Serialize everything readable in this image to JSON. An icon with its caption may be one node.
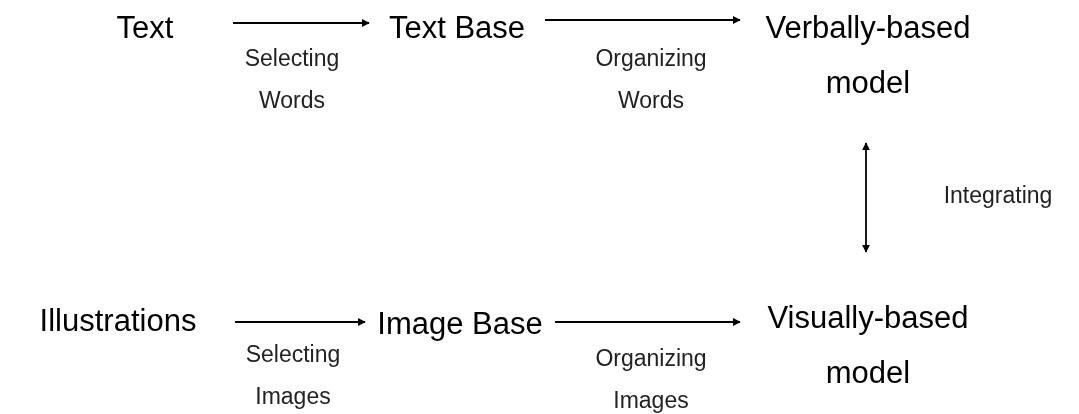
{
  "diagram": {
    "nodes": [
      {
        "text": [
          "Text"
        ]
      },
      {
        "text": [
          "Text Base"
        ]
      },
      {
        "text": [
          "Verbally-based model"
        ]
      },
      {
        "text": [
          "Illustrations"
        ]
      },
      {
        "text": [
          "Image Base"
        ]
      },
      {
        "text": [
          "Visually-based model"
        ]
      }
    ],
    "edges": [
      {
        "from": 0,
        "to": 1,
        "arrow": "to",
        "label": "Selecting Words"
      },
      {
        "from": 1,
        "to": 2,
        "arrow": "to",
        "label": "Organizing Words"
      },
      {
        "from": 3,
        "to": 4,
        "arrow": "to",
        "label": "Selecting Images"
      },
      {
        "from": 4,
        "to": 5,
        "arrow": "to",
        "label": "Organizing Images"
      },
      {
        "from": 2,
        "to": 5,
        "arrow": "both",
        "label": "Integrating"
      }
    ]
  }
}
